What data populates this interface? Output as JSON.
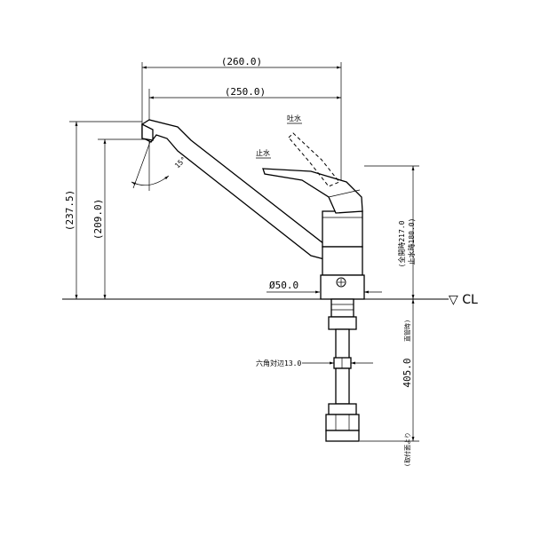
{
  "dimensions": {
    "total_reach": "(260.0)",
    "spout_reach": "(250.0)",
    "overall_height": "(237.5)",
    "spout_height": "(209.0)",
    "base_diameter": "Ø50.0",
    "hex_across_flats": "六角対辺13.0",
    "handle_heights": {
      "open": "(全開時217.0",
      "closed": "止水時180.0)"
    },
    "supply_pipe": {
      "part1": "(取付面より",
      "value": "405.0",
      "part2": "直管時)"
    },
    "spray_angle": "15°"
  },
  "labels": {
    "spout_water": "吐水",
    "stop_water": "止水",
    "centerline": "▽ CL"
  }
}
